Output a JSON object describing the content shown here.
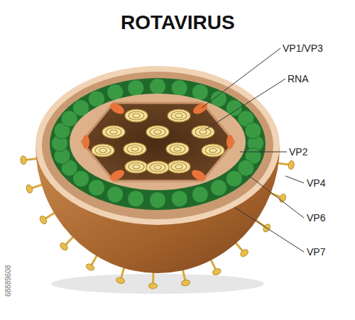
{
  "diagram": {
    "title": "ROTAVIRUS",
    "labels": [
      "VP1/VP3",
      "RNA",
      "VP2",
      "VP4",
      "VP6",
      "VP7",
      "68889608"
    ]
  }
}
